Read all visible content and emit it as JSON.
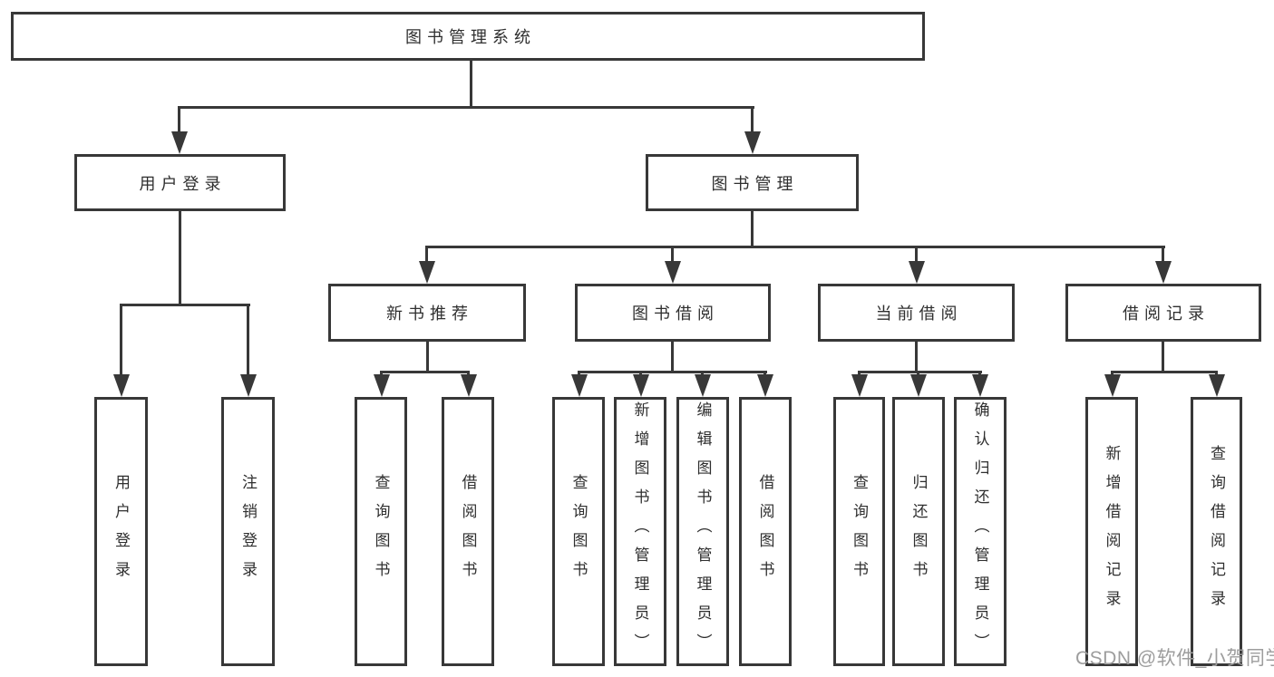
{
  "diagram_title": "图书管理系统",
  "root_label": "图书管理系统",
  "branches": [
    {
      "label": "用户登录",
      "leaves": [
        "用户登录",
        "注销登录"
      ]
    },
    {
      "label": "图书管理",
      "sections": [
        {
          "label": "新书推荐",
          "leaves": [
            "查询图书",
            "借阅图书"
          ]
        },
        {
          "label": "图书借阅",
          "leaves": [
            "查询图书",
            "新增图书（管理员）",
            "编辑图书（管理员）",
            "借阅图书"
          ]
        },
        {
          "label": "当前借阅",
          "leaves": [
            "查询图书",
            "归还图书",
            "确认归还（管理员）"
          ]
        },
        {
          "label": "借阅记录",
          "leaves": [
            "新增借阅记录",
            "查询借阅记录"
          ]
        }
      ]
    }
  ],
  "watermark": "CSDN @软件_小贺同学",
  "colors": {
    "line": "#383838",
    "text": "#2f2f2f",
    "box_background": "#ffffff",
    "watermark": "#9d9d9d",
    "page_background": "#ffffff"
  }
}
